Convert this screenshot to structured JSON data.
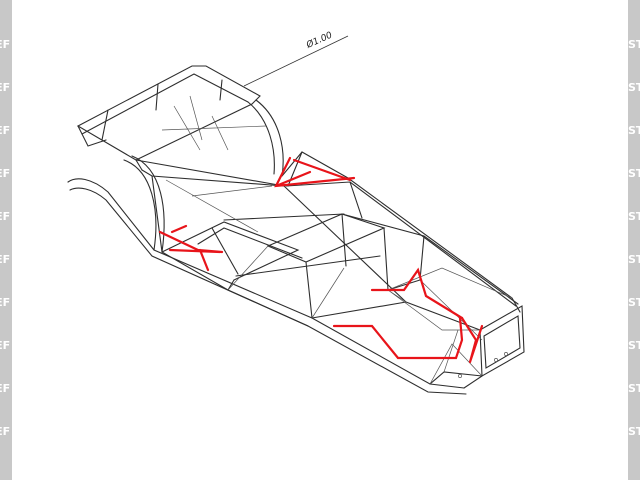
{
  "watermark": {
    "left_fragments": [
      "DEF",
      "DEF",
      "DEF",
      "DEF",
      "DEF",
      "DEF",
      "DEF",
      "DEF",
      "DEF",
      "DEF"
    ],
    "right_fragments": [
      "ST",
      "ST",
      "ST",
      "ST",
      "ST",
      "ST",
      "ST",
      "ST",
      "ST",
      "ST"
    ]
  },
  "dimension": {
    "label": "Ø1.00"
  },
  "colors": {
    "frame": "#2e2e2e",
    "bracing": "#e8141a",
    "strip": "#c8c8c8"
  }
}
